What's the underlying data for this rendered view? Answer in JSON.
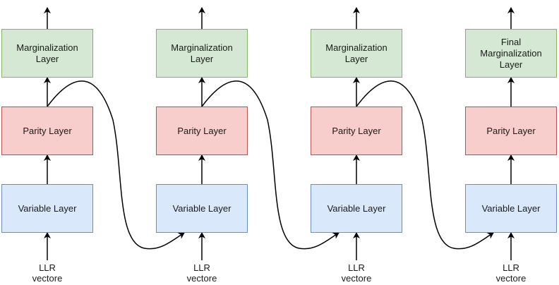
{
  "columns": [
    {
      "marginalization_label": "Marginalization\nLayer",
      "parity_label": "Parity Layer",
      "variable_label": "Variable Layer",
      "input_label": "LLR\nvectore"
    },
    {
      "marginalization_label": "Marginalization\nLayer",
      "parity_label": "Parity Layer",
      "variable_label": "Variable Layer",
      "input_label": "LLR\nvectore"
    },
    {
      "marginalization_label": "Marginalization\nLayer",
      "parity_label": "Parity Layer",
      "variable_label": "Variable Layer",
      "input_label": "LLR\nvectore"
    },
    {
      "marginalization_label": "Final\nMarginalization\nLayer",
      "parity_label": "Parity Layer",
      "variable_label": "Variable Layer",
      "input_label": "LLR\nvectore"
    }
  ],
  "colors": {
    "marginalization_fill": "#d5e8d4",
    "marginalization_border": "#82b366",
    "parity_fill": "#f8cecc",
    "parity_border": "#b85450",
    "variable_fill": "#dae8fc",
    "variable_border": "#6c8ebf",
    "arrow": "#000000"
  }
}
